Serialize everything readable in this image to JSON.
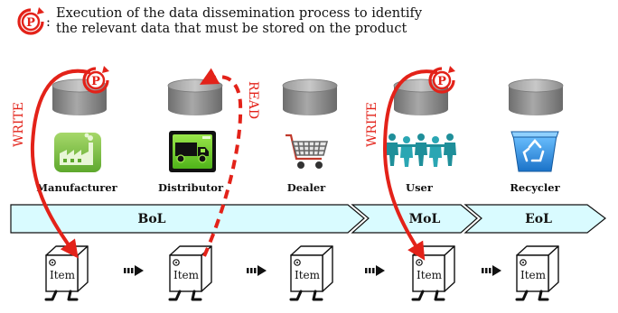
{
  "legend": {
    "symbol_letter": "P",
    "separator": ":",
    "line1": "Execution of the data dissemination process to identify",
    "line2": "the relevant data that must be stored on the product"
  },
  "actors": [
    {
      "label": "Manufacturer",
      "icon": "factory-icon"
    },
    {
      "label": "Distributor",
      "icon": "truck-icon"
    },
    {
      "label": "Dealer",
      "icon": "shopping-cart-icon"
    },
    {
      "label": "User",
      "icon": "people-chain-icon"
    },
    {
      "label": "Recycler",
      "icon": "recycle-bin-icon"
    }
  ],
  "phases": [
    {
      "label": "BoL"
    },
    {
      "label": "MoL"
    },
    {
      "label": "EoL"
    }
  ],
  "operations": [
    {
      "label": "WRITE",
      "style": "solid",
      "from_actor": "Manufacturer",
      "to_item": 1
    },
    {
      "label": "READ",
      "style": "dashed",
      "from_item": 2,
      "to_actor": "Distributor"
    },
    {
      "label": "WRITE",
      "style": "solid",
      "from_actor": "User",
      "to_item": 4
    }
  ],
  "items": [
    {
      "label": "Item"
    },
    {
      "label": "Item"
    },
    {
      "label": "Item"
    },
    {
      "label": "Item"
    },
    {
      "label": "Item"
    }
  ],
  "colors": {
    "accent_red": "#e32219",
    "phase_fill": "#d9fbff",
    "database_gray": "#8c8c8c",
    "factory_green": "#7dc242",
    "truck_green": "#7ed321",
    "people_teal": "#1f8f9a",
    "recycle_blue": "#2a8fe0"
  }
}
